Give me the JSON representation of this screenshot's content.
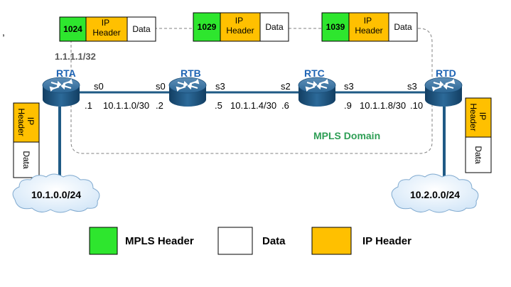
{
  "colors": {
    "mpls": "#2EE62E",
    "ip": "#FFC000",
    "data": "#FFFFFF",
    "router_body": "#1F5A85",
    "link": "#1F5A85",
    "label_blue": "#1E64B4",
    "domain_text": "#2E9E55",
    "cloud": "#DDEEFF"
  },
  "routers": [
    {
      "id": "rta",
      "label": "RTA"
    },
    {
      "id": "rtb",
      "label": "RTB"
    },
    {
      "id": "rtc",
      "label": "RTC"
    },
    {
      "id": "rtd",
      "label": "RTD"
    }
  ],
  "loopback": "1.1.1.1/32",
  "domain_label": "MPLS Domain",
  "links": [
    {
      "ports": [
        "s0",
        "s0"
      ],
      "hosts": [
        ".1",
        ".2"
      ],
      "subnet": "10.1.1.0/30"
    },
    {
      "ports": [
        "s3",
        "s2"
      ],
      "hosts": [
        ".5",
        ".6"
      ],
      "subnet": "10.1.1.4/30"
    },
    {
      "ports": [
        "s3",
        "s3"
      ],
      "hosts": [
        ".9",
        ".10"
      ],
      "subnet": "10.1.1.8/30"
    }
  ],
  "packets": [
    {
      "label": "1024",
      "ip": "IP\nHeader",
      "data": "Data"
    },
    {
      "label": "1029",
      "ip": "IP\nHeader",
      "data": "Data"
    },
    {
      "label": "1039",
      "ip": "IP\nHeader",
      "data": "Data"
    }
  ],
  "edge_packets": {
    "ip": "IP\nHeader",
    "data": "Data"
  },
  "networks": [
    "10.1.0.0/24",
    "10.2.0.0/24"
  ],
  "legend": [
    {
      "label": "MPLS Header",
      "color": "#2EE62E"
    },
    {
      "label": "Data",
      "color": "#FFFFFF"
    },
    {
      "label": "IP Header",
      "color": "#FFC000"
    }
  ],
  "stray_mark": ","
}
